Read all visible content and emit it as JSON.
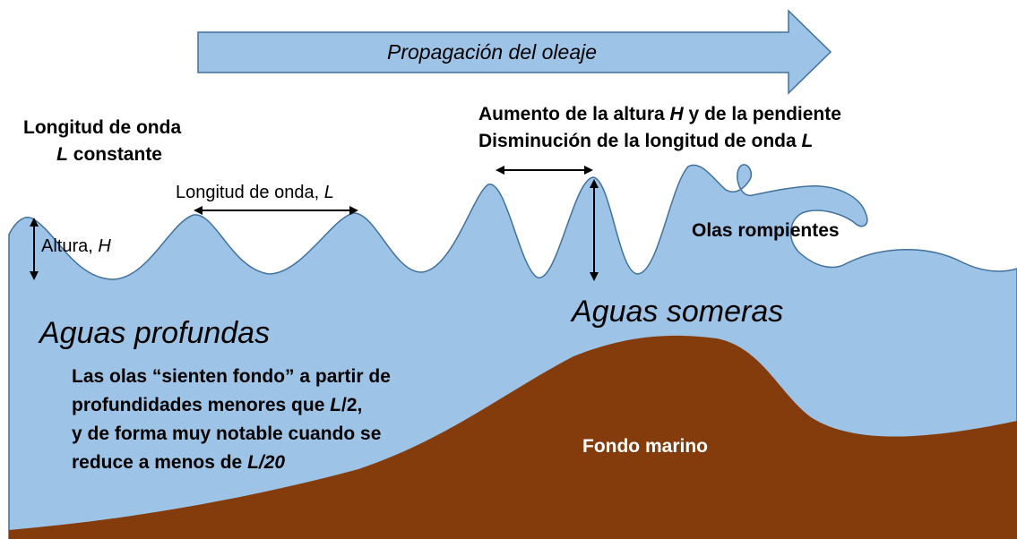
{
  "arrow_label": "Propagación del oleaje",
  "left_header": {
    "line1": "Longitud de onda",
    "line2_var": "L",
    "line2_rest": " constante"
  },
  "wavelength_label": {
    "text": "Longitud de onda, ",
    "var": "L"
  },
  "height_label": {
    "text": "Altura, ",
    "var": "H"
  },
  "right_header": {
    "line1_pre": "Aumento de la altura ",
    "line1_var": "H",
    "line1_post": " y de la pendiente",
    "line2_pre": "Disminución de la longitud de onda ",
    "line2_var": "L"
  },
  "breaking_label": "Olas rompientes",
  "deep_water": "Aguas profundas",
  "shallow_water": "Aguas someras",
  "note": {
    "l1": "Las olas “sienten fondo” a partir de",
    "l2_pre": "profundidades menores que ",
    "l2_var": "L",
    "l2_post": "/2,",
    "l3": "y de forma muy notable cuando se",
    "l4_pre": "reduce a menos de ",
    "l4_var": "L/20"
  },
  "seabed_label": "Fondo marino",
  "colors": {
    "water": "#9dc3e6",
    "water_stroke": "#41719c",
    "seabed": "#843c0c",
    "arrow_fill": "#9dc3e6"
  }
}
